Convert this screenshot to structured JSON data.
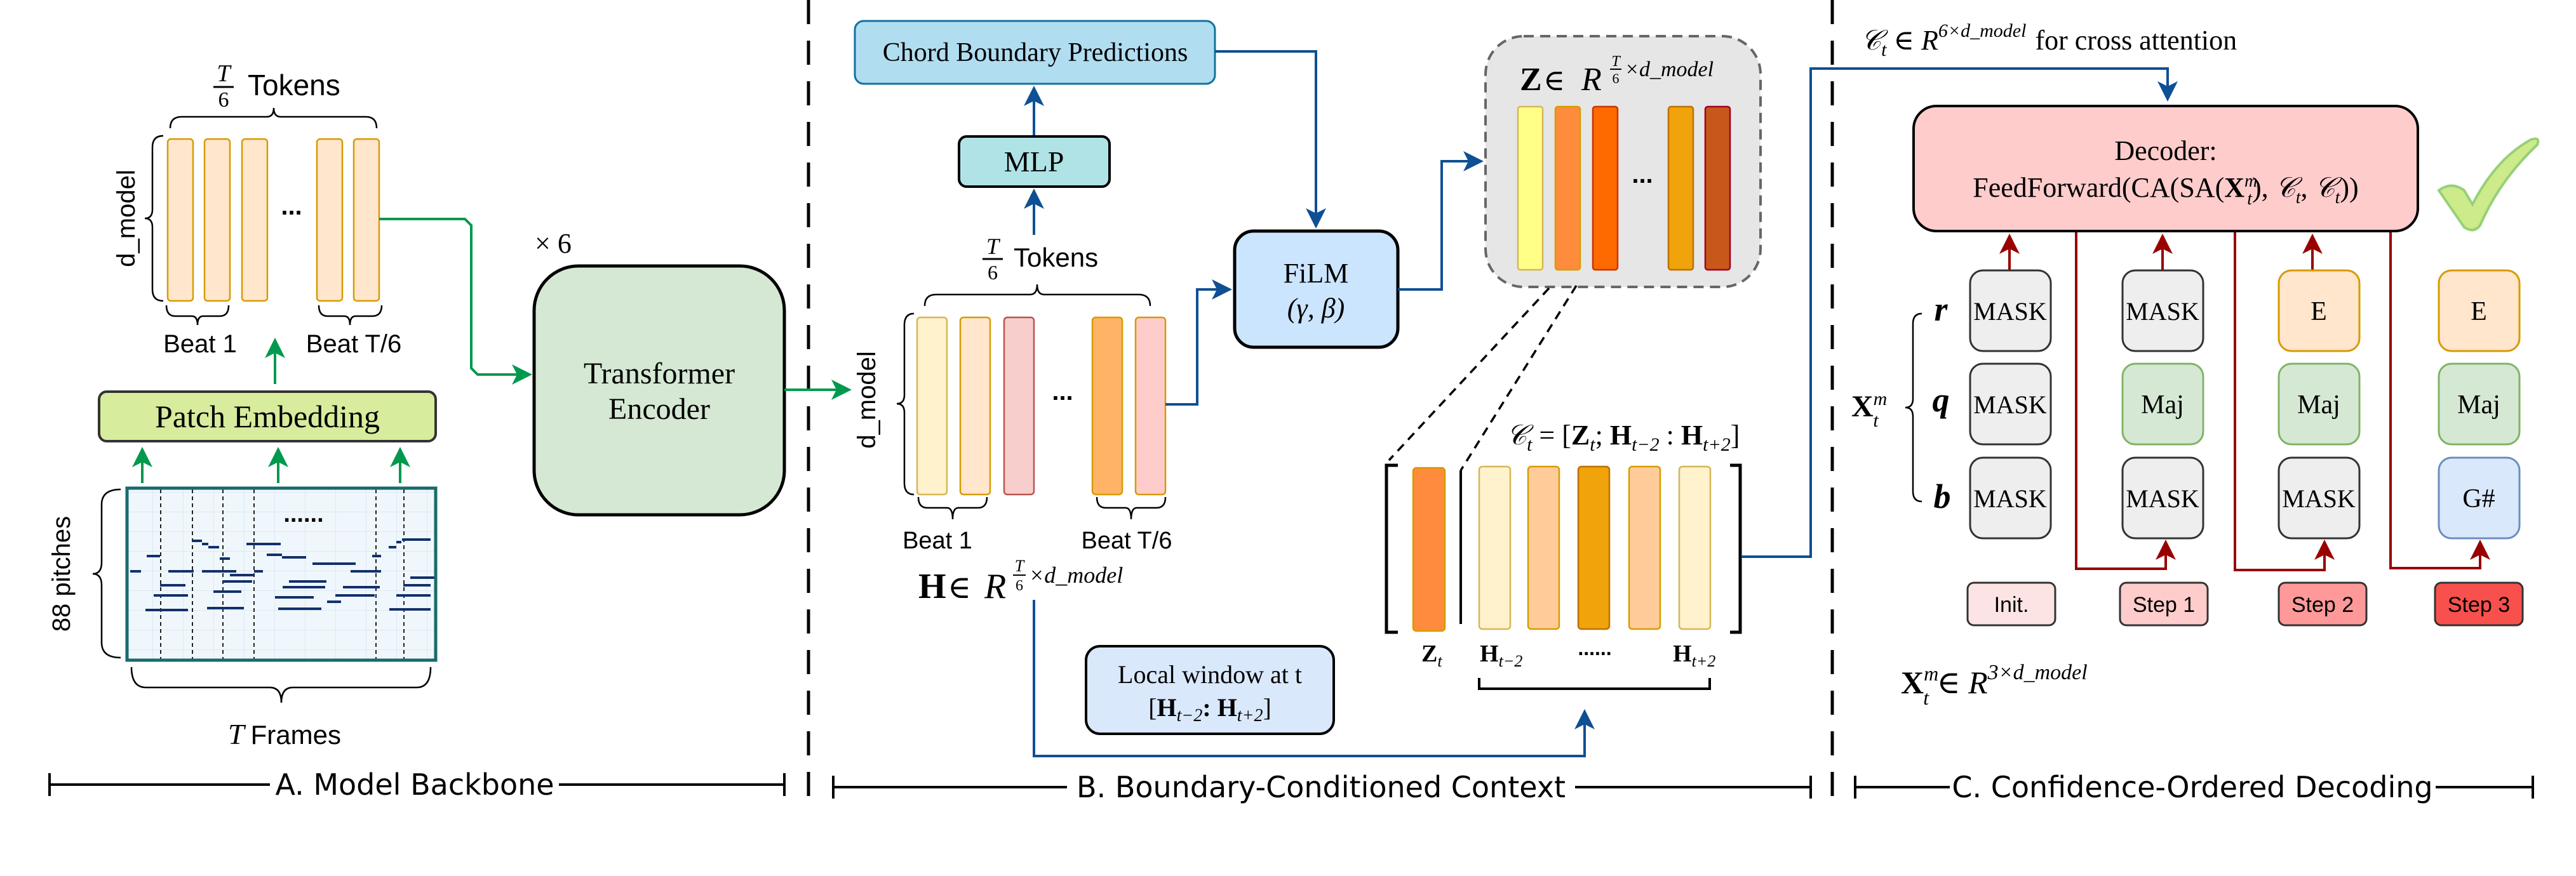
{
  "section_a": {
    "title": "A. Model Backbone",
    "tokens_num": "T",
    "tokens_den": "6",
    "tokens_label": "Tokens",
    "d_model": "d_model",
    "dots": "...",
    "beat_first": "Beat 1",
    "beat_last": "Beat T/6",
    "patch_embedding": "Patch Embedding",
    "pitches": "88 pitches",
    "roll_dots": "......",
    "frames_var": "T",
    "frames_label": "Frames",
    "repeat": "× 6",
    "encoder_line1": "Transformer",
    "encoder_line2": "Encoder"
  },
  "section_b": {
    "title": "B. Boundary-Conditioned Context",
    "chord_boundary": "Chord Boundary Predictions",
    "mlp": "MLP",
    "tokens_num": "T",
    "tokens_den": "6",
    "tokens_label": "Tokens",
    "d_model": "d_model",
    "dots": "...",
    "beat_first": "Beat 1",
    "beat_last": "Beat T/6",
    "h_formula": {
      "sym": "H",
      "in": " ∈ ",
      "space": "R",
      "num": "T",
      "den": "6",
      "tail": "×d_model"
    },
    "film_line1": "FiLM",
    "film_line2": "(γ, β)",
    "z_formula": {
      "sym": "Z",
      "in": " ∈ ",
      "space": "R",
      "num": "T",
      "den": "6",
      "tail": "×d_model"
    },
    "z_dots": "...",
    "ct_formula": {
      "sym": "𝒞",
      "sub": "t",
      "eq": " = [",
      "z": "Z",
      "z_sub": "t",
      "semi": "; ",
      "h1": "H",
      "h1_sub": "t−2",
      "colon": " : ",
      "h2": "H",
      "h2_sub": "t+2",
      "close": "]"
    },
    "zt_label": {
      "sym": "Z",
      "sub": "t"
    },
    "h_left_label": {
      "sym": "H",
      "sub": "t−2"
    },
    "h_dots": "......",
    "h_right_label": {
      "sym": "H",
      "sub": "t+2"
    },
    "local_window_line1": "Local window at t",
    "local_window_line2": {
      "open": "[",
      "h1": "H",
      "h1_sub": "t−2",
      "colon": ": ",
      "h2": "H",
      "h2_sub": "t+2",
      "close": "]"
    }
  },
  "section_c": {
    "title": "C. Confidence-Ordered Decoding",
    "ct_space": {
      "sym": "𝒞",
      "sub": "t",
      "in": " ∈ ",
      "space": "R",
      "sup": "6×d_model",
      "tail": "for cross attention"
    },
    "decoder_line1": "Decoder:",
    "decoder_formula": {
      "a": "FeedForward(CA(SA(",
      "x": "X",
      "x_sub": "t",
      "x_sup": "m",
      "b": "), ",
      "c1": "𝒞",
      "c1_sub": "t",
      "comma": ", ",
      "c2": "𝒞",
      "c2_sub": "t",
      "close": "))"
    },
    "row_labels": [
      "r",
      "q",
      "b"
    ],
    "x_label": {
      "sym": "X",
      "sub": "t",
      "sup": "m"
    },
    "columns": [
      {
        "step": "Init.",
        "cells": [
          "MASK",
          "MASK",
          "MASK"
        ]
      },
      {
        "step": "Step 1",
        "cells": [
          "MASK",
          "Maj",
          "MASK"
        ]
      },
      {
        "step": "Step 2",
        "cells": [
          "E",
          "Maj",
          "MASK"
        ]
      },
      {
        "step": "Step 3",
        "cells": [
          "E",
          "Maj",
          "G#"
        ]
      }
    ],
    "x_space": {
      "sym": "X",
      "sub": "t",
      "sup": "m",
      "in": " ∈ ",
      "space": "R",
      "space_sup": "3×d_model"
    },
    "check_icon": "checkmark-icon"
  },
  "colors": {
    "green_arrow": "#00994d",
    "blue_arrow": "#0f4f94",
    "red_arrow": "#990000",
    "token_fill": "#ffe6cc",
    "token_stroke": "#d79b00",
    "patch_fill": "#d7ec9c",
    "encoder_fill": "#d5e8d4",
    "chord_fill": "#b1ddf0",
    "mlp_fill": "#b0e3e6",
    "film_fill": "#cce5ff",
    "decoder_fill": "#ffcccc",
    "mask_fill": "#eeeeee",
    "root_fill": "#ffe6cc",
    "quality_fill": "#d5e8d4",
    "bass_fill": "#dae8fc",
    "step_colors": [
      "#fde4e4",
      "#ffcccc",
      "#ff9999",
      "#f8504c"
    ]
  }
}
